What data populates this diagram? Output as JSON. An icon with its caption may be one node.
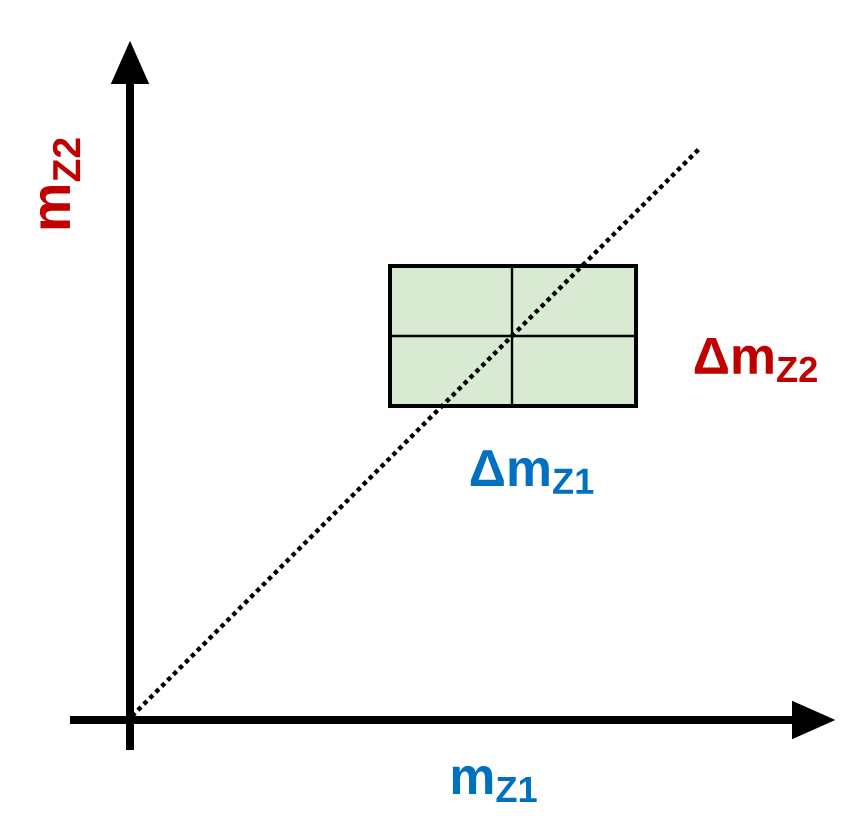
{
  "diagram": {
    "nodes": [
      {
        "text": [],
        "shape": "box"
      }
    ],
    "labels": [
      "m$_{Z2}$",
      "Δm$_{Z2}$",
      "Δm$_{Z1}$",
      "m$_{Z1}$"
    ]
  }
}
